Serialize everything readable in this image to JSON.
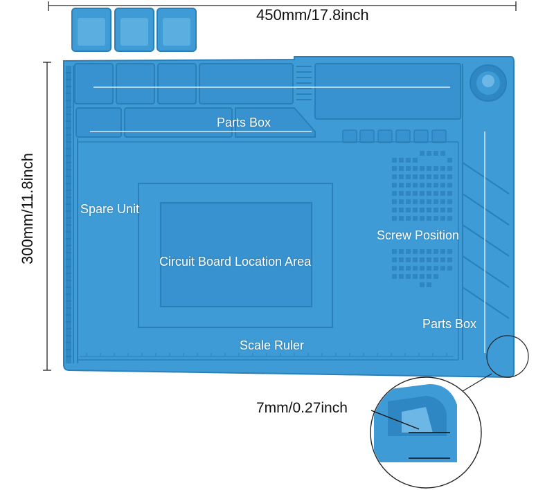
{
  "dimensions": {
    "width_label": "450mm/17.8inch",
    "height_label": "300mm/11.8inch",
    "thickness_label": "7mm/0.27inch"
  },
  "labels": {
    "parts_box_top": "Parts Box",
    "spare_unit": "Spare Unit",
    "circuit_board": "Circuit Board Location Area",
    "screw_position": "Screw Position",
    "parts_box_right": "Parts Box",
    "scale_ruler": "Scale Ruler"
  },
  "colors": {
    "mat": "#3e9bd6",
    "mat_dark": "#2b7fb8",
    "mat_light": "#6cb7e6"
  }
}
